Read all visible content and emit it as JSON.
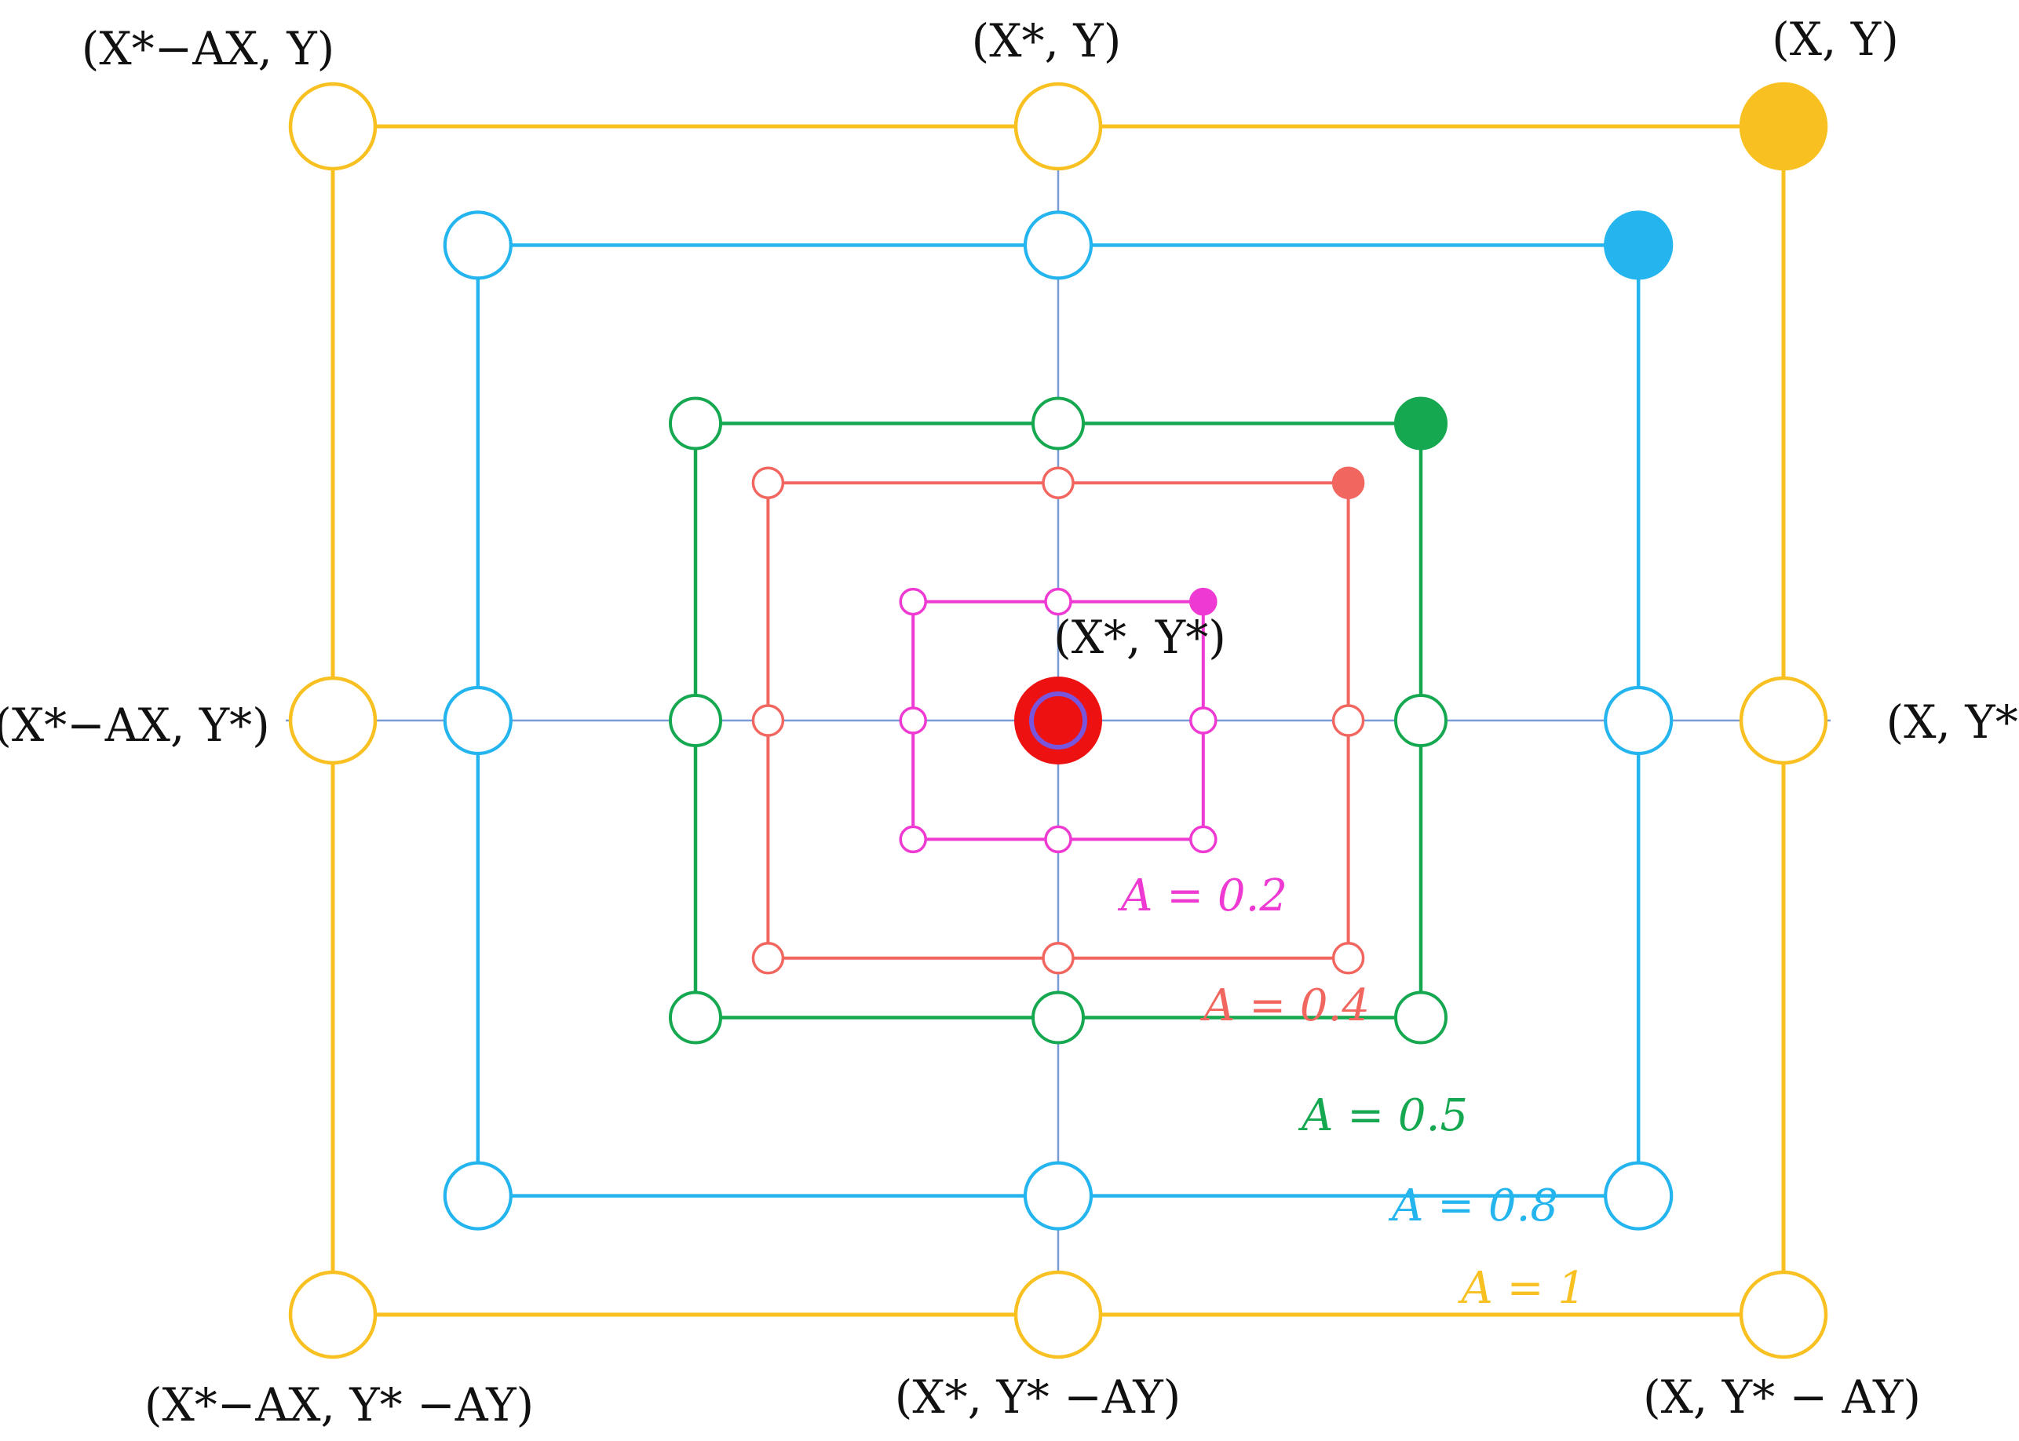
{
  "colors": {
    "axis": "#7a9cd6",
    "center_fill": "#ee1111",
    "center_ring": "#7755dd",
    "background": "#ffffff"
  },
  "center_label": "(X*, Y*)",
  "corner_labels": {
    "top_left": "(X*−AX, Y)",
    "top_center": "(X*, Y)",
    "top_right": "(X, Y)",
    "middle_left": "(X*−AX, Y*)",
    "middle_right": "(X, Y*)",
    "bottom_left": "(X*−AX, Y* −AY)",
    "bottom_center": "(X*, Y* −AY)",
    "bottom_right": "(X, Y* − AY)"
  },
  "squares": [
    {
      "id": "a1",
      "label": "A = 1",
      "value": 1,
      "color": "#f8c020"
    },
    {
      "id": "a0_8",
      "label": "A = 0.8",
      "value": 0.8,
      "color": "#24b4ee"
    },
    {
      "id": "a0_5",
      "label": "A = 0.5",
      "value": 0.5,
      "color": "#16a850"
    },
    {
      "id": "a0_4",
      "label": "A = 0.4",
      "value": 0.4,
      "color": "#f26660"
    },
    {
      "id": "a0_2",
      "label": "A = 0.2",
      "value": 0.2,
      "color": "#ee3ad2"
    }
  ]
}
